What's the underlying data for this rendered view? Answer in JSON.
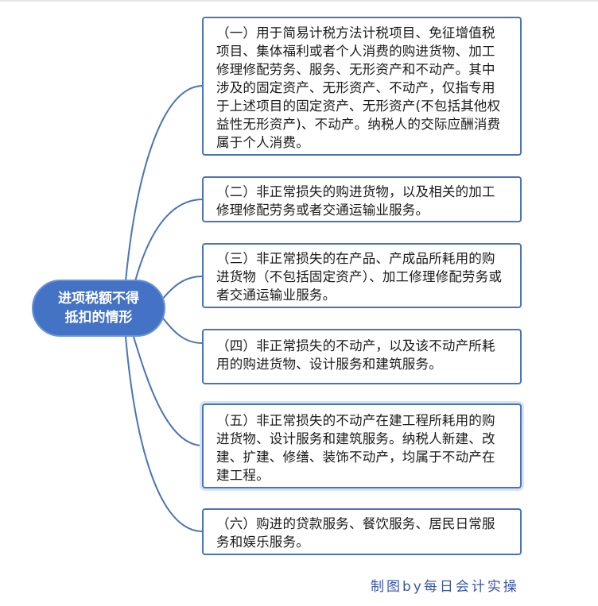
{
  "diagram": {
    "type": "mindmap",
    "colors": {
      "root_fill": "#4472c4",
      "root_text": "#ffffff",
      "connector": "#4a74b8",
      "node_border": "#4a74b8",
      "credit_text": "#3a56a6"
    },
    "root": {
      "label_line1": "进项税额不得",
      "label_line2": "抵扣的情形"
    },
    "nodes": [
      {
        "id": 1,
        "text": "（一）用于简易计税方法计税项目、免征增值税项目、集体福利或者个人消费的购进货物、加工修理修配劳务、服务、无形资产和不动产。其中涉及的固定资产、无形资产、不动产，仅指专用于上述项目的固定资产、无形资产(不包括其他权益性无形资产)、不动产。纳税人的交际应酬消费属于个人消费。"
      },
      {
        "id": 2,
        "text": "（二）非正常损失的购进货物，以及相关的加工修理修配劳务或者交通运输业服务。"
      },
      {
        "id": 3,
        "text": "（三）非正常损失的在产品、产成品所耗用的购进货物（不包括固定资产）、加工修理修配劳务或者交通运输业服务。"
      },
      {
        "id": 4,
        "text": "（四）非正常损失的不动产，以及该不动产所耗用的购进货物、设计服务和建筑服务。"
      },
      {
        "id": 5,
        "text": "（五）非正常损失的不动产在建工程所耗用的购进货物、设计服务和建筑服务。纳税人新建、改建、扩建、修缮、装饰不动产，均属于不动产在建工程。",
        "selected": true
      },
      {
        "id": 6,
        "text": "（六）购进的贷款服务、餐饮服务、居民日常服务和娱乐服务。"
      }
    ],
    "credit": "制图by每日会计实操"
  }
}
